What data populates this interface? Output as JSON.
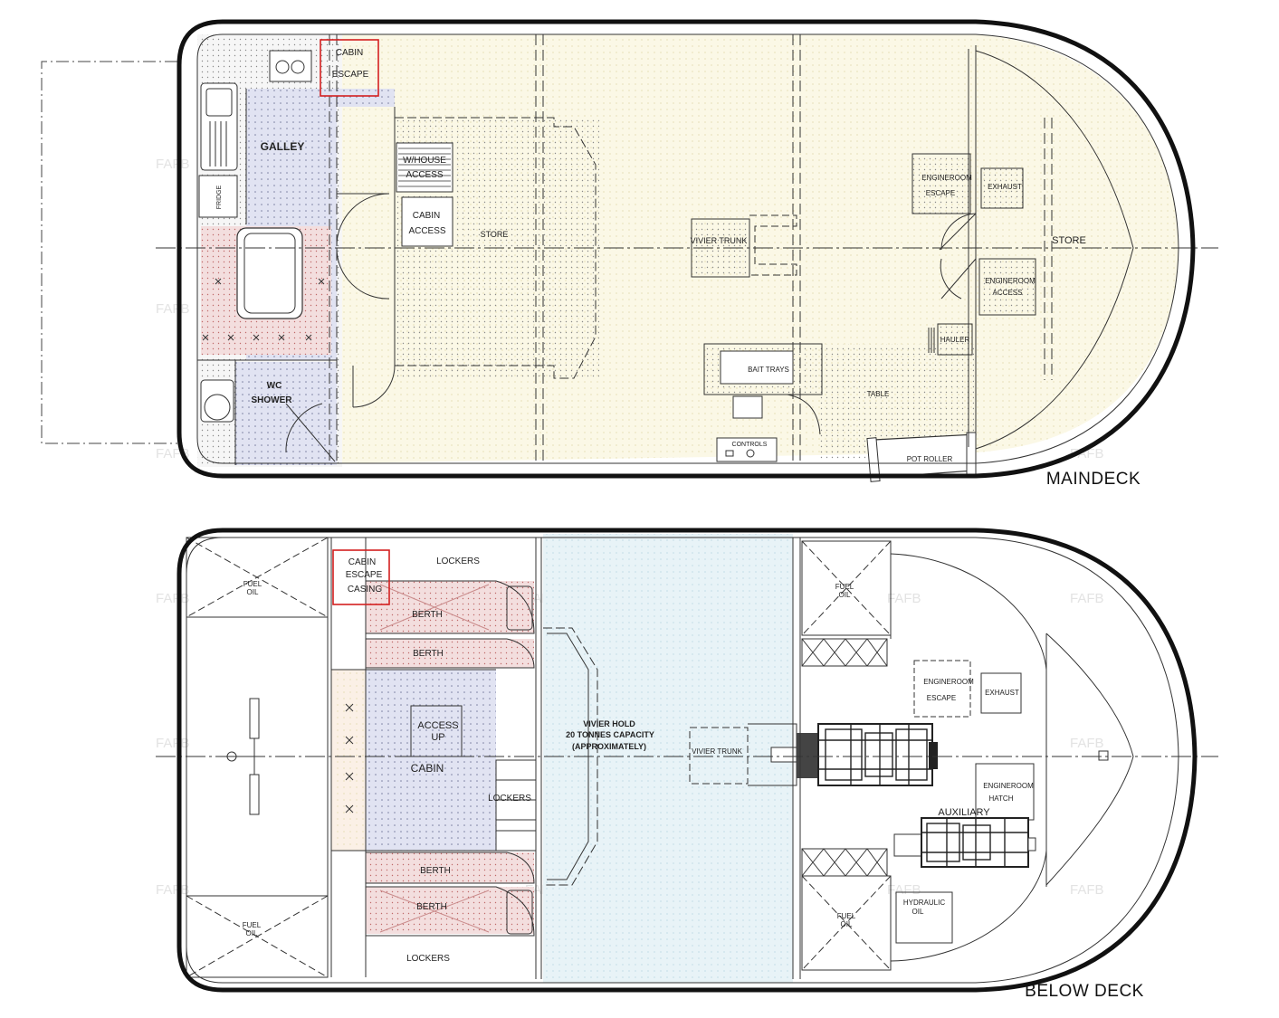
{
  "maindeck": {
    "title": "MAINDECK",
    "labels": {
      "cabin_escape_1": "CABIN",
      "cabin_escape_2": "ESCAPE",
      "galley": "GALLEY",
      "whouse_1": "W/HOUSE",
      "whouse_2": "ACCESS",
      "cabin_access_1": "CABIN",
      "cabin_access_2": "ACCESS",
      "fridge": "FRIDGE",
      "store_mid": "STORE",
      "vivier_trunk": "VIVIER TRUNK",
      "engineroom_escape_1": "ENGINEROOM",
      "engineroom_escape_2": "ESCAPE",
      "exhaust": "EXHAUST",
      "store_fwd": "STORE",
      "engineroom_access_1": "ENGINEROOM",
      "engineroom_access_2": "ACCESS",
      "hauler": "HAULER",
      "bait_trays": "BAIT TRAYS",
      "table": "TABLE",
      "wc_1": "WC",
      "wc_2": "SHOWER",
      "controls": "CONTROLS",
      "pot_roller": "POT ROLLER"
    }
  },
  "belowdeck": {
    "title": "BELOW DECK",
    "labels": {
      "fuel_aft_top_1": "FUEL",
      "fuel_aft_top_2": "OIL",
      "fuel_aft_bot_1": "FUEL",
      "fuel_aft_bot_2": "OIL",
      "casing_1": "CABIN",
      "casing_2": "ESCAPE",
      "casing_3": "CASING",
      "lockers_top": "LOCKERS",
      "berth_1": "BERTH",
      "berth_2": "BERTH",
      "berth_3": "BERTH",
      "berth_4": "BERTH",
      "access_1": "ACCESS",
      "access_2": "UP",
      "cabin": "CABIN",
      "lockers_mid": "LOCKERS",
      "lockers_bot": "LOCKERS",
      "vivier_1": "VIVIER HOLD",
      "vivier_2": "20 TONNES CAPACITY",
      "vivier_3": "(APPROXIMATELY)",
      "vivier_trunk": "VIVIER TRUNK",
      "fuel_fwd_top_1": "FUEL",
      "fuel_fwd_top_2": "OIL",
      "fuel_fwd_bot_1": "FUEL",
      "fuel_fwd_bot_2": "OIL",
      "er_escape_1": "ENGINEROOM",
      "er_escape_2": "ESCAPE",
      "exhaust": "EXHAUST",
      "er_hatch_1": "ENGINEROOM",
      "er_hatch_2": "HATCH",
      "auxiliary": "AUXILIARY",
      "hydraulic_1": "HYDRAULIC",
      "hydraulic_2": "OIL"
    }
  },
  "watermark": "FAFB",
  "colors": {
    "outline": "#111111",
    "escape_red": "#d42020",
    "main_fill": "#fbf8e6",
    "vivier_fill": "#e8f3f7",
    "berth_fill": "#f3dede"
  }
}
